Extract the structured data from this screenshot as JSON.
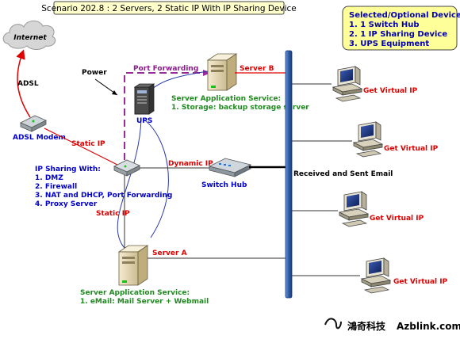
{
  "title": "Scenario 202.8 : 2 Servers, 2 Static IP With IP Sharing Device",
  "selected_box": {
    "heading": "Selected/Optional Device",
    "items": [
      "1. 1 Switch Hub",
      "2. 1 IP Sharing Device",
      "3. UPS Equipment"
    ]
  },
  "labels": {
    "internet": "Internet",
    "adsl": "ADSL",
    "adsl_modem": "ADSL Modem",
    "static_ip_top": "Static IP",
    "static_ip_bottom": "Static IP",
    "dynamic_ip": "Dynamic IP",
    "power": "Power",
    "port_forwarding": "Port Forwarding",
    "ups": "UPS",
    "server_b": "Server B",
    "server_a": "Server A",
    "switch_hub": "Switch Hub",
    "received_sent_email": "Received and Sent Email",
    "get_virtual_ip": "Get Virtual IP"
  },
  "ip_sharing": {
    "heading": "IP Sharing With:",
    "items": [
      "1. DMZ",
      "2. Firewall",
      "3. NAT and DHCP, Port Forwarding",
      "4. Proxy Server"
    ]
  },
  "server_b_service": {
    "heading": "Server Application Service:",
    "items": [
      "1. Storage: backup storage server"
    ]
  },
  "server_a_service": {
    "heading": "Server Application Service:",
    "items": [
      "1. eMail: Mail Server + Webmail"
    ]
  },
  "brand": {
    "chinese": "鴻奇科技",
    "site": "Azblink.com"
  },
  "colors": {
    "title_bg": "#ffffcc",
    "selected_bg": "#ffff99",
    "bus": "#2e5da8",
    "power_line": "#9a2a9a"
  }
}
